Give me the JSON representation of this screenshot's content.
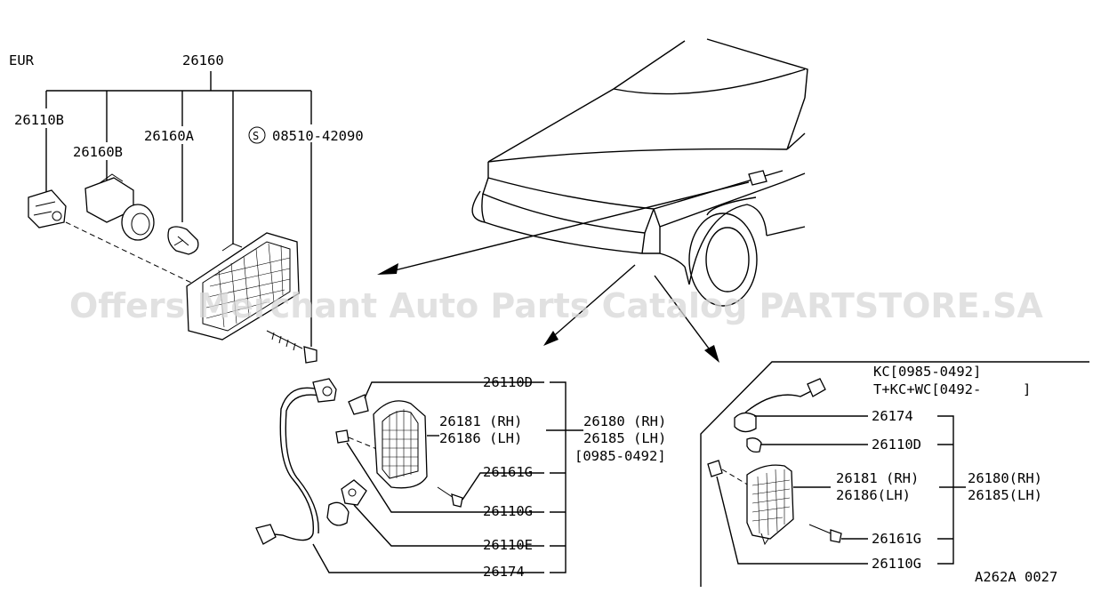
{
  "region_label": "EUR",
  "watermark": "Offers Merchant Auto Parts Catalog PARTSTORE.SA",
  "drawing_id": "A262A 0027",
  "eur_group": {
    "assembly": "26160",
    "socket": "26110B",
    "bulb_holder": "26160B",
    "bulb": "26160A",
    "screw_symbol": "S",
    "screw": "08510-42090"
  },
  "center_group": {
    "socket_d": "26110D",
    "lamp_rh": "26181 (RH)",
    "lamp_lh": "26186 (LH)",
    "assy_rh": "26180 (RH)",
    "assy_lh": "26185 (LH)",
    "date_range": "[0985-0492]",
    "screw": "26161G",
    "clip_g": "26110G",
    "socket_e": "26110E",
    "harness": "26174"
  },
  "right_group": {
    "variant_1": "KC[0985-0492]",
    "variant_2": "T+KC+WC[0492-     ]",
    "harness": "26174",
    "socket_d": "26110D",
    "lamp_rh": "26181 (RH)",
    "lamp_lh": "26186(LH)",
    "assy_rh": "26180(RH)",
    "assy_lh": "26185(LH)",
    "screw": "26161G",
    "clip_g": "26110G"
  }
}
